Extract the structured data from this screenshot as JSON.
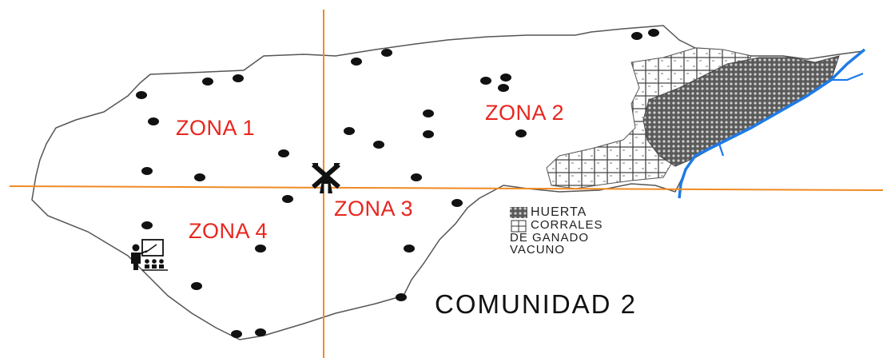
{
  "map": {
    "zones": [
      {
        "id": "zona-1",
        "label": "ZONA 1"
      },
      {
        "id": "zona-2",
        "label": "ZONA 2"
      },
      {
        "id": "zona-3",
        "label": "ZONA 3"
      },
      {
        "id": "zona-4",
        "label": "ZONA 4"
      }
    ],
    "legend": {
      "huerta_label": "HUERTA",
      "corrales_line1": "CORRALES",
      "corrales_line2": "DE GANADO",
      "corrales_line3": "VACUNO"
    },
    "community_label": "COMUNIDAD 2",
    "icons": [
      "windmill-icon",
      "school-teacher-icon"
    ],
    "colors": {
      "zone_label": "#e8261e",
      "axis_lines": "#f08a24",
      "river": "#1e7be6",
      "boundary": "#555555",
      "household_dot": "#111111"
    }
  }
}
